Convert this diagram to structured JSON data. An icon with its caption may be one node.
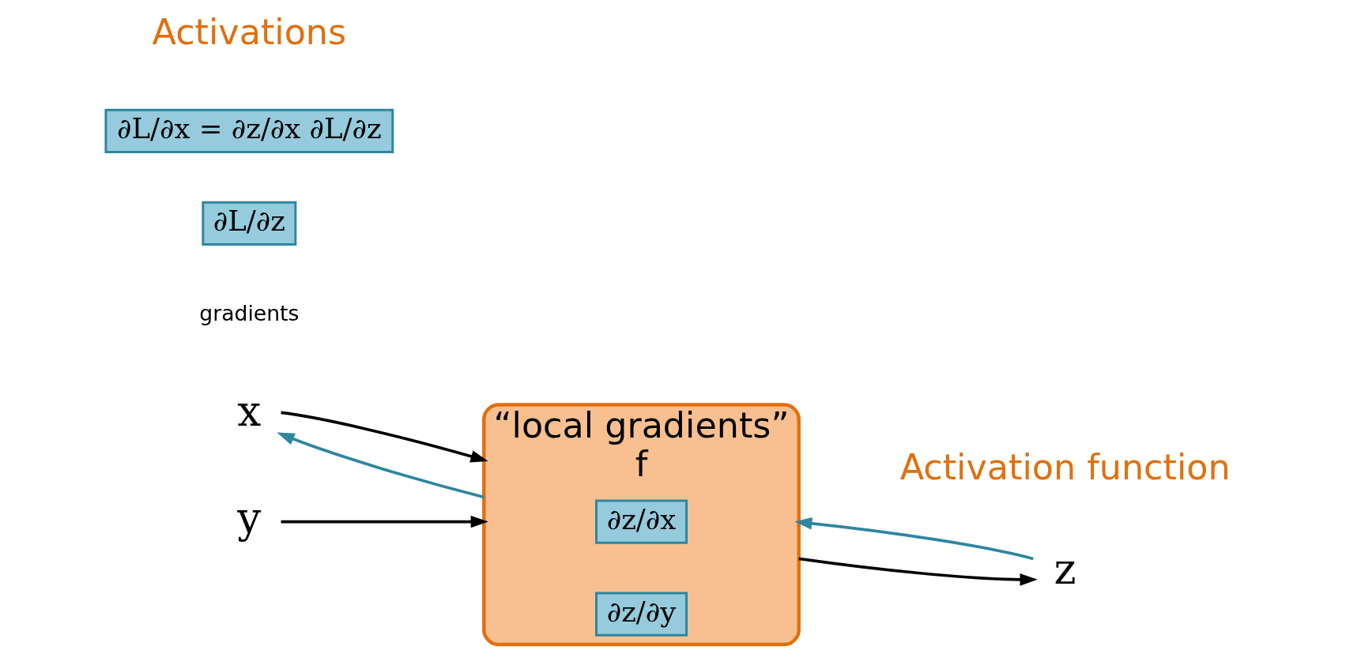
{
  "diagram": {
    "nodes": [
      {
        "text": [
          "x"
        ]
      },
      {
        "text": [
          "y"
        ]
      },
      {
        "text": [
          "“local gradients”",
          "f"
        ],
        "beside": [
          "Activation function"
        ]
      },
      {
        "text": [
          "∂z/∂x"
        ],
        "in": 2
      },
      {
        "text": [
          "∂z/∂y"
        ],
        "in": 2
      },
      {
        "text": [
          "z"
        ]
      },
      {
        "text": [
          "∂L/∂z"
        ],
        "beside": [
          "gradients"
        ]
      },
      {
        "text": [
          "∂L/∂x = ∂z/∂x ∂L/∂z"
        ]
      }
    ],
    "edges": [
      {
        "from": 0,
        "to": 2,
        "arrow": "to"
      },
      {
        "from": 1,
        "to": 2,
        "arrow": "to"
      },
      {
        "from": 2,
        "to": 0,
        "arrow": "to",
        "color": "#2e86a0"
      },
      {
        "from": 2,
        "to": 5,
        "arrow": "to"
      },
      {
        "from": 5,
        "to": 2,
        "arrow": "to",
        "color": "#2e86a0"
      }
    ],
    "labels": [
      "Activations"
    ]
  }
}
